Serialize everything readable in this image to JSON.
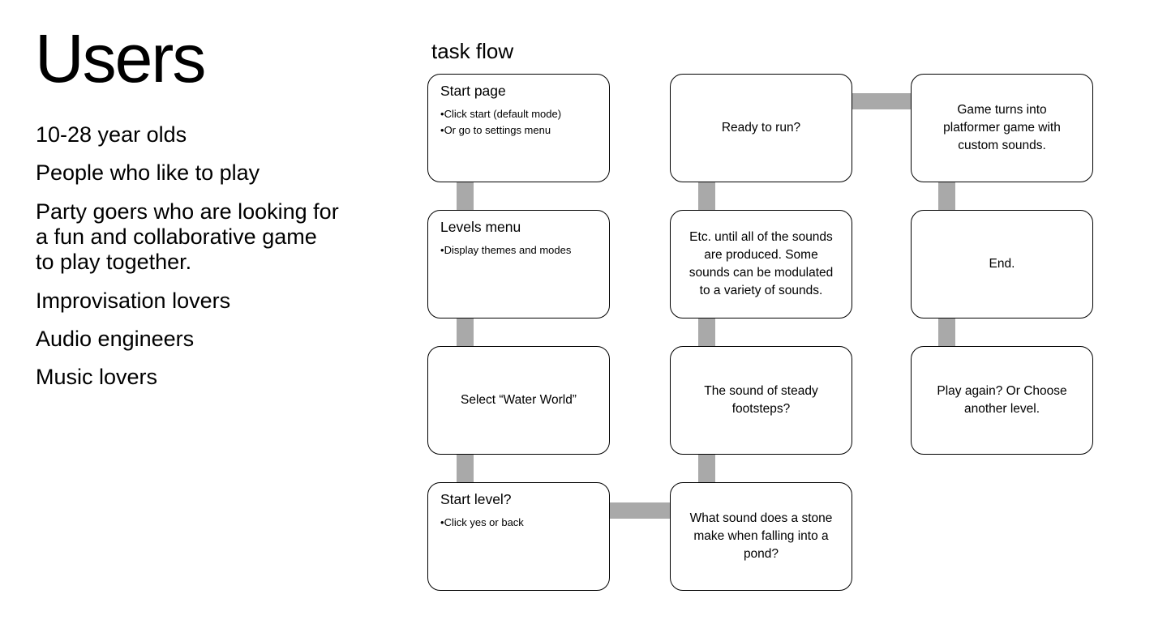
{
  "slide": {
    "title": "Users",
    "audience": [
      "10-28 year olds",
      "People who like to play",
      "Party goers who are looking for\na fun and collaborative game\nto play together.",
      "Improvisation lovers",
      "Audio engineers",
      "Music lovers"
    ]
  },
  "flow": {
    "label": "task flow",
    "columns": [
      {
        "boxes": [
          {
            "title": "Start page",
            "bullets": [
              "Click start (default mode)",
              "Or go to settings menu"
            ]
          },
          {
            "title": "Levels menu",
            "bullets": [
              "Display themes and modes"
            ]
          },
          {
            "text": "Select “Water World”"
          },
          {
            "title": "Start level?",
            "bullets": [
              "Click yes or back"
            ]
          }
        ]
      },
      {
        "boxes": [
          {
            "text": "Ready to run?"
          },
          {
            "text": "Etc. until all of the sounds\nare produced. Some\nsounds can be modulated\nto a variety of sounds."
          },
          {
            "text": "The sound of steady\nfootsteps?"
          },
          {
            "text": "What sound does a stone\nmake when falling into a\npond?"
          }
        ]
      },
      {
        "boxes": [
          {
            "text": "Game turns into\nplatformer game with\ncustom sounds."
          },
          {
            "text": "End."
          },
          {
            "text": "Play again? Or Choose\nanother level."
          }
        ]
      }
    ]
  },
  "colors": {
    "connector": "#a9a9a9",
    "box_border": "#000000",
    "text": "#000000",
    "background": "#ffffff"
  }
}
